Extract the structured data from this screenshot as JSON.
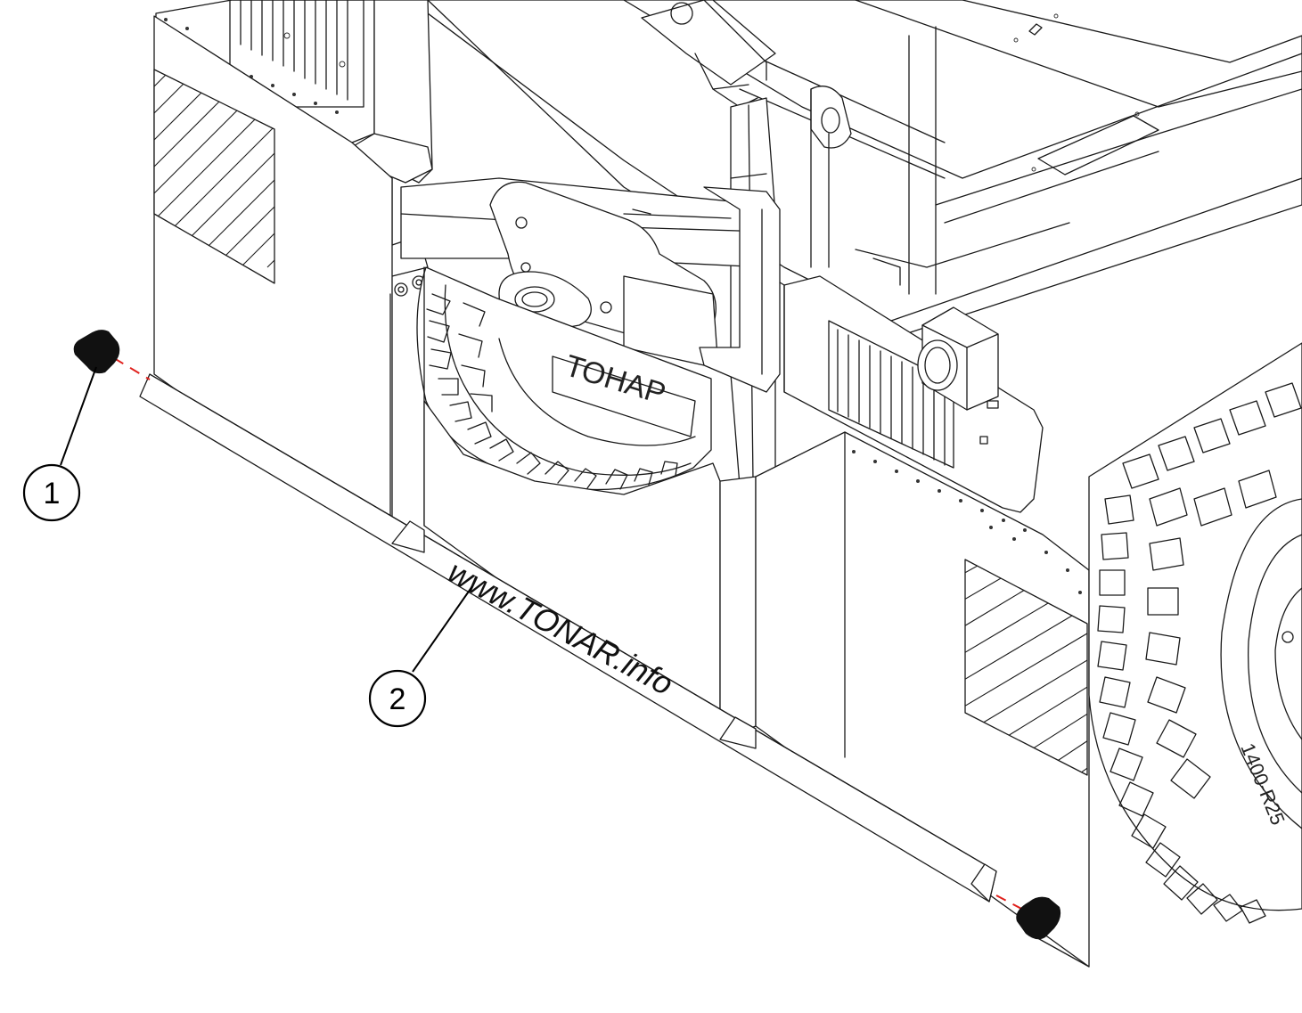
{
  "callouts": [
    {
      "number": "1"
    },
    {
      "number": "2"
    }
  ],
  "mudflap_print": "www.TONAR.info",
  "plate_print": "ТОНАР",
  "tire_print": "1400-R25",
  "colors": {
    "line": "#1a1a1a",
    "centerline": "#e0201c",
    "part": "#111111",
    "background": "#ffffff"
  },
  "icons": {
    "part_1": "rubber-bumper-icon"
  }
}
